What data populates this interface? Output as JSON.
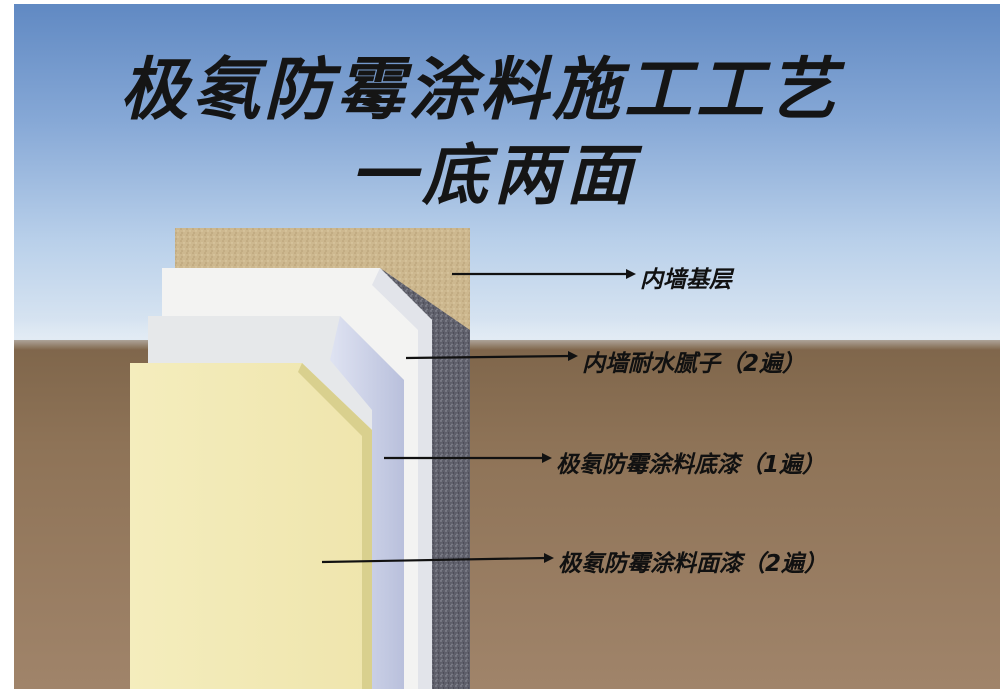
{
  "title": {
    "line1": "极氡防霉涂料施工工艺",
    "line2": "一底两面"
  },
  "layers": [
    {
      "label": "内墙基层"
    },
    {
      "label": "内墙耐水腻子（2遍）"
    },
    {
      "label": "极氡防霉涂料底漆（1遍）"
    },
    {
      "label": "极氡防霉涂料面漆（2遍）"
    }
  ],
  "colors": {
    "base_layer": "#c9b48c",
    "putty_layer": "#f1f1f1",
    "primer_layer": "#e8ebee",
    "topcoat_layer": "#f3ebb7",
    "edge_granite": "#6e6e78",
    "edge_blue": "#c9cfe6"
  }
}
